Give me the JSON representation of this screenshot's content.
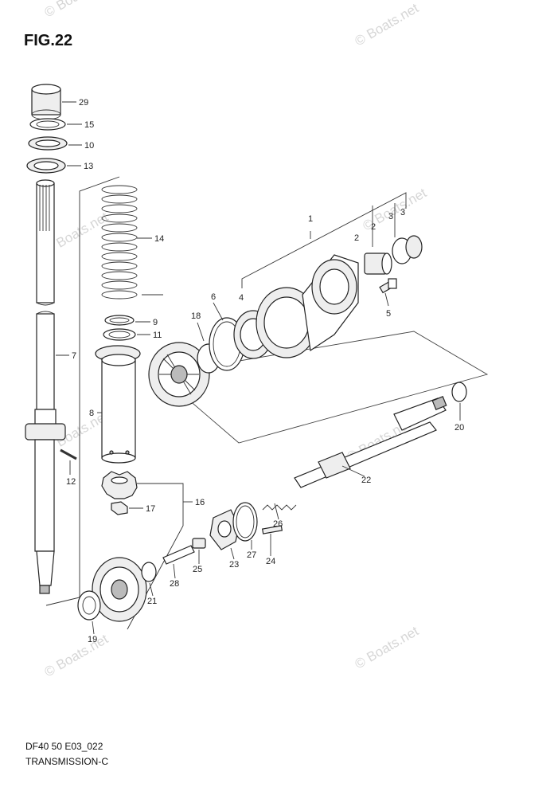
{
  "figure": {
    "title": "FIG.22",
    "code": "DF40 50 E03_022",
    "section": "TRANSMISSION-C"
  },
  "watermark": "© Boats.net",
  "labels": {
    "p29": "29",
    "p15": "15",
    "p10": "10",
    "p13": "13",
    "p14": "14",
    "p9": "9",
    "p11": "11",
    "p7": "7",
    "p8": "8",
    "p12": "12",
    "p1": "1",
    "p2a": "2",
    "p2b": "2",
    "p3a": "3",
    "p3b": "3",
    "p4": "4",
    "p5": "5",
    "p6": "6",
    "p18": "18",
    "p20": "20",
    "p22": "22",
    "p16": "16",
    "p17": "17",
    "p26": "26",
    "p27": "27",
    "p24": "24",
    "p23": "23",
    "p25": "25",
    "p28": "28",
    "p21": "21",
    "p19": "19"
  }
}
